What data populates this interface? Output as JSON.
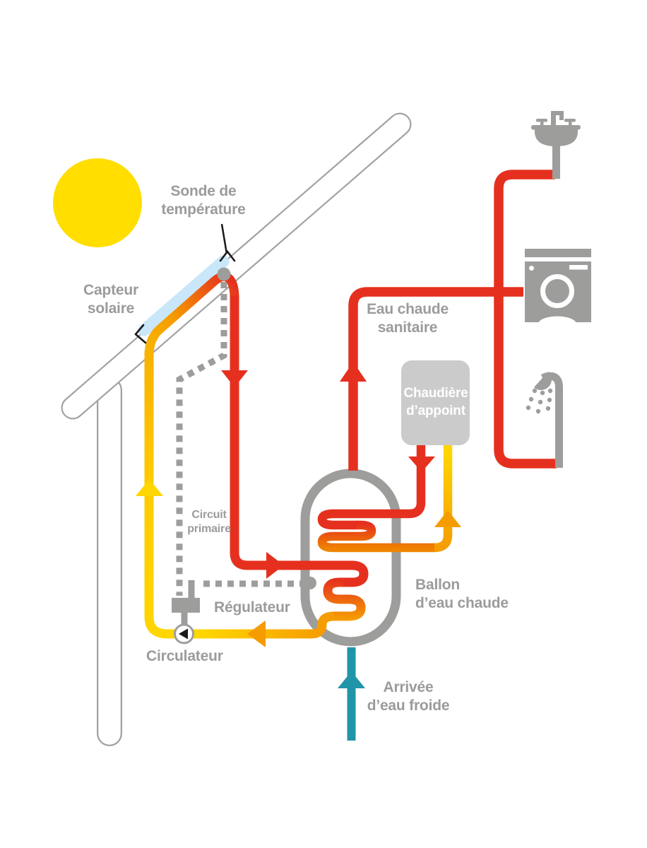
{
  "labels": {
    "sonde_line1": "Sonde de",
    "sonde_line2": "température",
    "capteur_line1": "Capteur",
    "capteur_line2": "solaire",
    "ecs_line1": "Eau chaude",
    "ecs_line2": "sanitaire",
    "chaudiere_line1": "Chaudière",
    "chaudiere_line2": "d’appoint",
    "circuit_line1": "Circuit",
    "circuit_line2": "primaire",
    "regulateur": "Régulateur",
    "ballon_line1": "Ballon",
    "ballon_line2": "d’eau chaude",
    "circulateur": "Circulateur",
    "arrivee_line1": "Arrivée",
    "arrivee_line2": "d’eau froide"
  },
  "colors": {
    "hot_pipe_red": "#e6301f",
    "warm_pipe_orange": "#f59c00",
    "cool_pipe_yellow": "#ffd600",
    "cold_water_teal": "#2095a8",
    "equipment_gray": "#9d9d9c",
    "boiler_box_gray": "#cbcbcb",
    "house_outline_gray": "#a2a2a1",
    "collector_blue": "#c9e7f9",
    "sun_yellow": "#ffde00",
    "label_text_gray": "#9b9b9b"
  },
  "icons": {
    "sun": "sun-icon",
    "sink": "sink-icon",
    "washing_machine": "washing-machine-icon",
    "shower": "shower-icon",
    "pump": "pump-icon",
    "sensor_dots": "sensor-dot",
    "controller": "controller-box"
  }
}
